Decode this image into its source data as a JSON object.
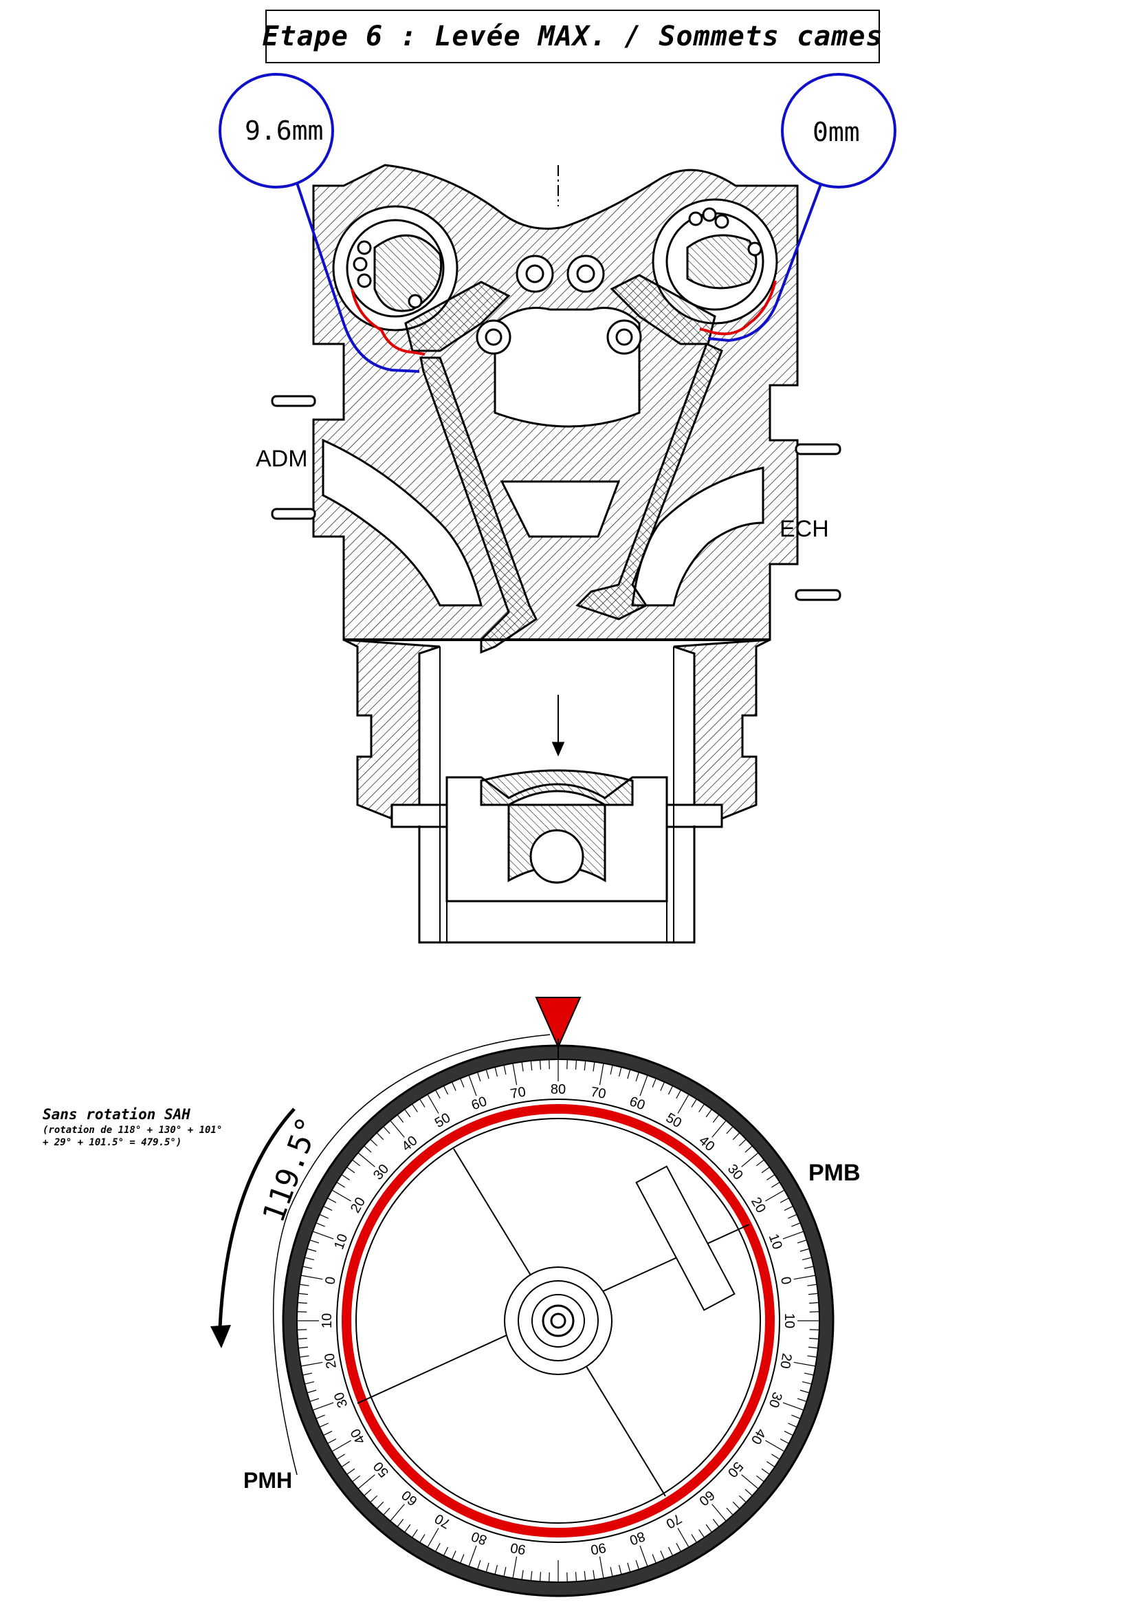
{
  "title": "Etape 6 : Levée MAX. / Sommets cames",
  "lift": {
    "intake": "9.6mm",
    "exhaust": "0mm"
  },
  "sides": {
    "intake": "ADM",
    "exhaust": "ECH"
  },
  "dial": {
    "marker_color": "#e00000",
    "ring_color": "#e00000",
    "outer_band_color": "#333333",
    "pmb_label": "PMB",
    "pmh_label": "PMH",
    "rotation_label": "119.5°",
    "rotation_degrees": 119.5,
    "right_scale_labels": [
      "70",
      "60",
      "50",
      "40",
      "30",
      "20",
      "10",
      "0",
      "10",
      "20",
      "30",
      "40",
      "50",
      "60",
      "70",
      "80",
      "90"
    ],
    "left_scale_labels": [
      "90",
      "80",
      "70",
      "60",
      "50",
      "40",
      "30",
      "20",
      "10",
      "0",
      "10",
      "20",
      "30",
      "40",
      "50",
      "60",
      "70",
      "80"
    ]
  },
  "note": {
    "title": "Sans rotation SAH",
    "detail": "(rotation de 118° + 130° + 101° + 29° + 101.5° = 479.5°)"
  },
  "colors": {
    "lift_circle": "#1010c8",
    "cam_profile": "#e00000"
  }
}
